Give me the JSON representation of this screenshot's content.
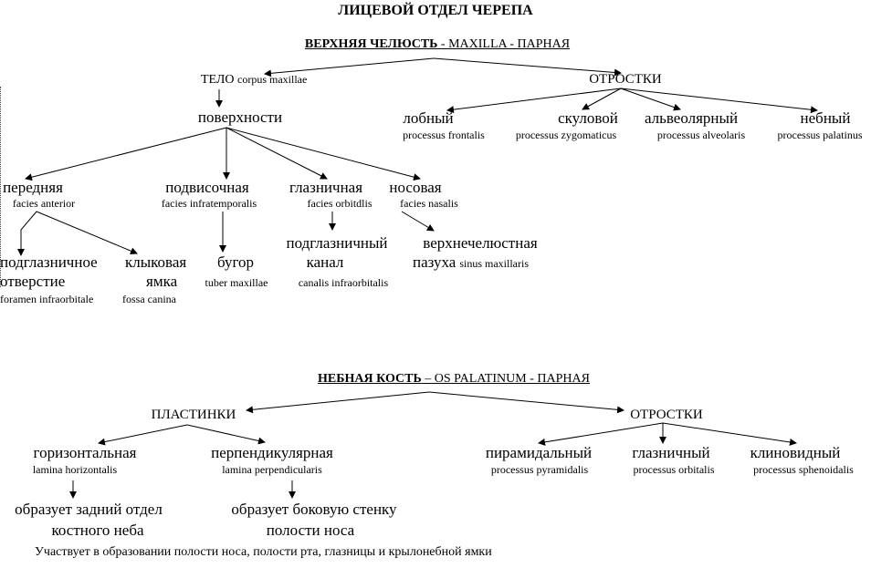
{
  "title": "ЛИЦЕВОЙ ОТДЕЛ ЧЕРЕПА",
  "maxilla": {
    "header_bold": "ВЕРХНЯЯ ЧЕЛЮСТЬ",
    "header_rest": " - MAXILLA - ПАРНАЯ",
    "body": "ТЕЛО",
    "body_latin": "corpus maxillae",
    "processes": "ОТРОСТКИ",
    "surfaces": "поверхности",
    "process_items": [
      {
        "ru": "лобный",
        "la": "processus frontalis"
      },
      {
        "ru": "скуловой",
        "la": "processus zygomaticus"
      },
      {
        "ru": "альвеолярный",
        "la": "processus alveolaris"
      },
      {
        "ru": "небный",
        "la": "processus palatinus"
      }
    ],
    "surface_items": [
      {
        "ru": "передняя",
        "la": "facies anterior"
      },
      {
        "ru": "подвисочная",
        "la": "facies infratemporalis"
      },
      {
        "ru": "глазничная",
        "la": "facies orbitdlis"
      },
      {
        "ru": "носовая",
        "la": "facies nasalis"
      }
    ],
    "infraorbital_foramen": {
      "line1": "подглазничное",
      "line2": "отверстие",
      "la": "foramen infraorbitale"
    },
    "canine_fossa": {
      "line1": "клыковая",
      "line2": "ямка",
      "la": "fossa canina"
    },
    "tuber": {
      "ru": "бугор",
      "la": "tuber maxillae"
    },
    "infraorbital_canal": {
      "line1": "подглазничный",
      "line2": "канал",
      "la": "canalis infraorbitalis"
    },
    "sinus": {
      "line1": "верхнечелюстная",
      "line2": "пазуха",
      "la": "sinus maxillaris"
    }
  },
  "palatine": {
    "header_bold": "НЕБНАЯ КОСТЬ",
    "header_rest": " – OS PALATINUM - ПАРНАЯ",
    "plates": "ПЛАСТИНКИ",
    "processes": "ОТРОСТКИ",
    "plate_items": [
      {
        "ru": "горизонтальная",
        "la": "lamina horizontalis"
      },
      {
        "ru": "перпендикулярная",
        "la": "lamina perpendicularis"
      }
    ],
    "process_items": [
      {
        "ru": "пирамидальный",
        "la": "processus pyramidalis"
      },
      {
        "ru": "глазничный",
        "la": "processus orbitalis"
      },
      {
        "ru": "клиновидный",
        "la": "processus sphenoidalis"
      }
    ],
    "horizontal_result": {
      "line1": "образует задний отдел",
      "line2": "костного неба"
    },
    "perpendicular_result": {
      "line1": "образует боковую стенку",
      "line2": "полости носа"
    },
    "footer": "Участвует в образовании полости носа, полости рта, глазницы и крылонебной ямки"
  }
}
